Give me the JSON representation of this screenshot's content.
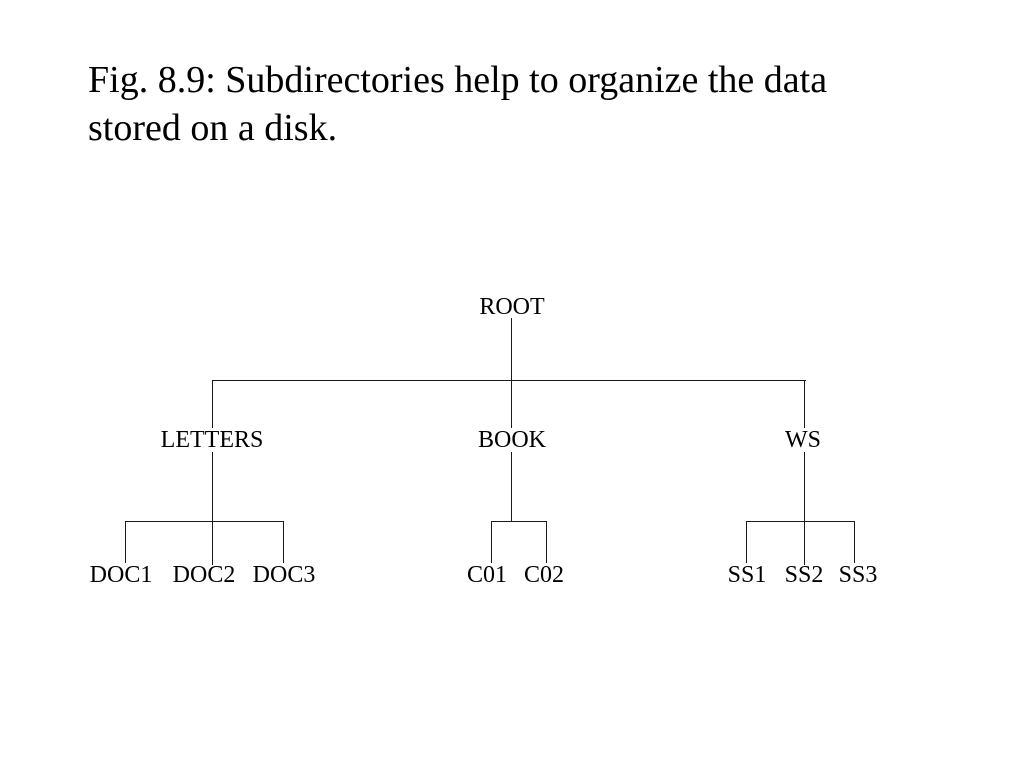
{
  "slide_title": "Fig. 8.9: Subdirectories help to organize the data stored on a disk.",
  "tree": {
    "root_label": "ROOT",
    "branches": [
      {
        "label": "LETTERS",
        "children": [
          "DOC1",
          "DOC2",
          "DOC3"
        ]
      },
      {
        "label": "BOOK",
        "children": [
          "C01",
          "C02"
        ]
      },
      {
        "label": "WS",
        "children": [
          "SS1",
          "SS2",
          "SS3"
        ]
      }
    ]
  },
  "colors": {
    "background": "#ffffff",
    "text": "#000000",
    "line": "#1a1a1a"
  }
}
